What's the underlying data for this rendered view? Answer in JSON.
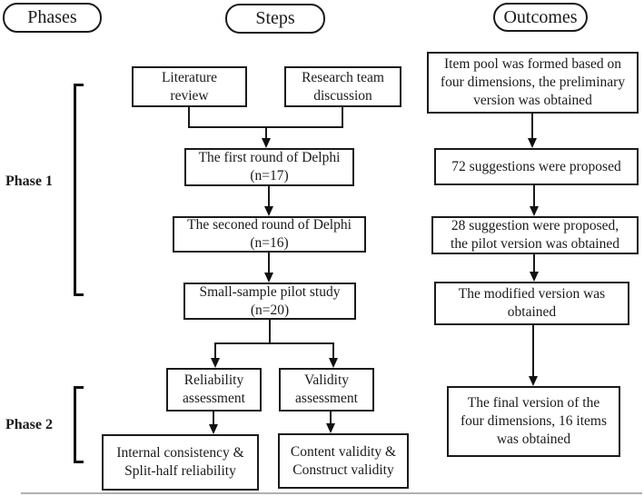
{
  "figure": {
    "headers": {
      "phases": "Phases",
      "steps": "Steps",
      "outcomes": "Outcomes"
    },
    "phase_labels": {
      "phase1": "Phase 1",
      "phase2": "Phase 2"
    },
    "steps": {
      "literature_review": [
        "Literature",
        "review"
      ],
      "research_team": [
        "Research team",
        "discussion"
      ],
      "delphi_round1": [
        "The first round of Delphi",
        "(n=17)"
      ],
      "delphi_round2": [
        "The seconed round of Delphi",
        "(n=16)"
      ],
      "pilot_study": [
        "Small-sample pilot study",
        "(n=20)"
      ],
      "reliability_assessment": [
        "Reliability",
        "assessment"
      ],
      "validity_assessment": [
        "Validity",
        "assessment"
      ],
      "internal_consistency": [
        "Internal consistency &",
        "Split-half reliability"
      ],
      "content_validity": [
        "Content validity &",
        "Construct validity"
      ]
    },
    "outcomes": {
      "item_pool": [
        "Item pool was formed based on",
        "four dimensions, the preliminary",
        "version was obtained"
      ],
      "suggestions_72": [
        "72 suggestions were proposed"
      ],
      "suggestions_28": [
        "28 suggestion were proposed,",
        "the pilot version was obtained"
      ],
      "modified_version": [
        "The modified version was",
        "obtained"
      ],
      "final_version": [
        "The final version of the",
        "four dimensions, 16 items",
        "was obtained"
      ]
    },
    "colors": {
      "line": "#1a1a1a",
      "background": "#ffffff",
      "bottom_divider": "#b0b0b0"
    }
  }
}
